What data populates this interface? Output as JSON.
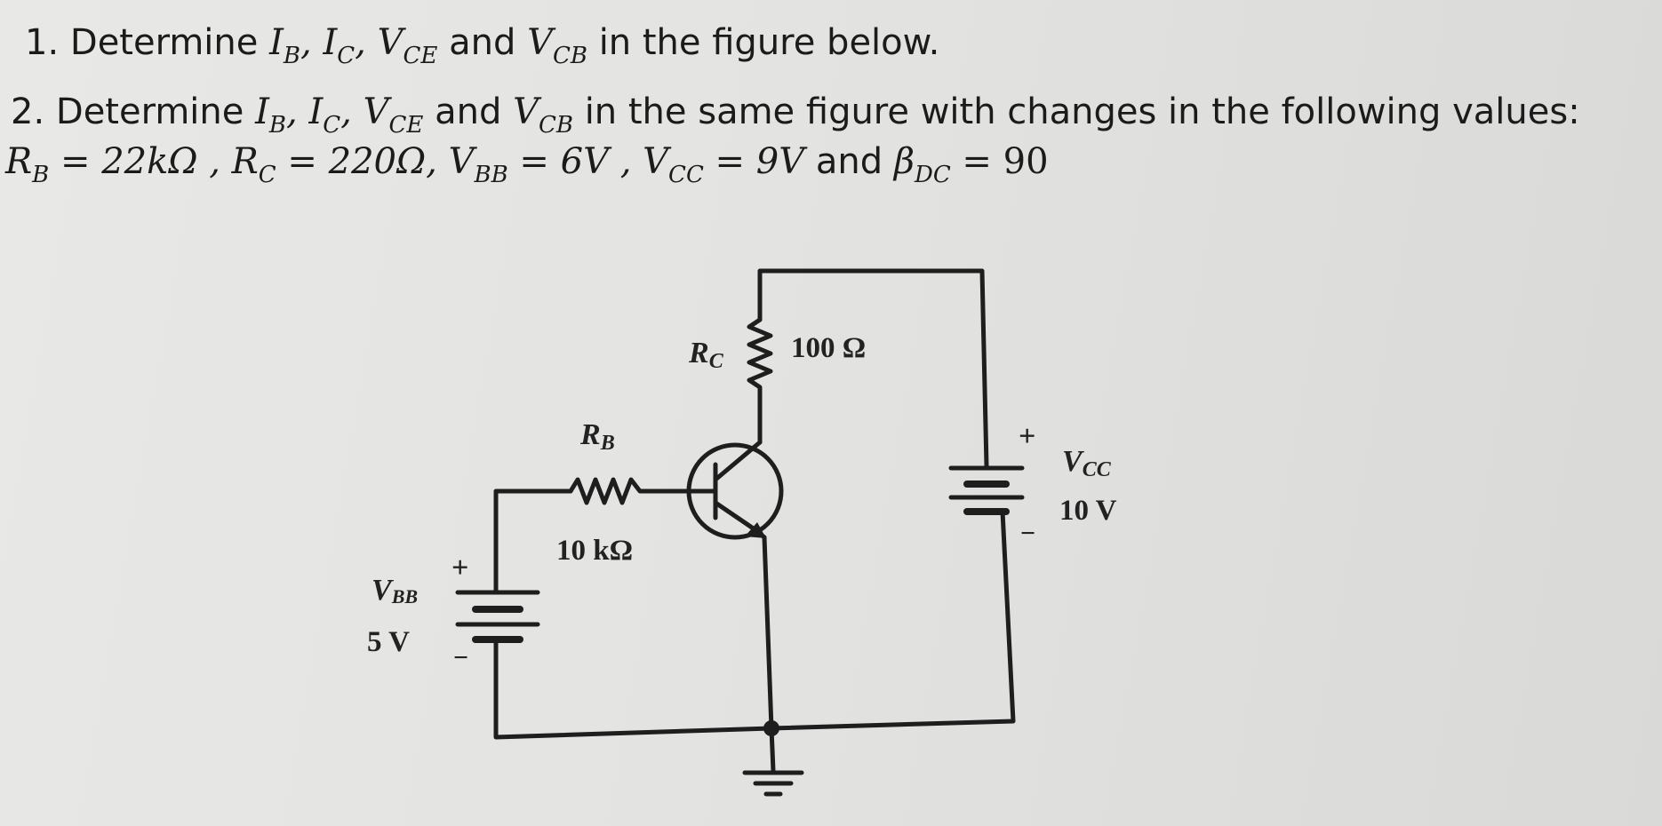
{
  "question1": {
    "number": "1.",
    "lead": "Determine",
    "and": "and",
    "tail": "in the figure below."
  },
  "question2": {
    "number": "2.",
    "lead": "Determine",
    "and": "and",
    "tail": "in the same figure with changes in the following values:",
    "values_line": {
      "rb": "22kΩ",
      "rc": "220Ω",
      "vbb": "6V",
      "vcc": "9V",
      "and": "and",
      "beta": "90"
    }
  },
  "circuit": {
    "rc_label": "R",
    "rc_sub": "C",
    "rc_value": "100 Ω",
    "rb_label": "R",
    "rb_sub": "B",
    "rb_value": "10 kΩ",
    "vbb_label": "V",
    "vbb_sub": "BB",
    "vbb_value": "5 V",
    "vcc_label": "V",
    "vcc_sub": "CC",
    "vcc_value": "10 V",
    "plus": "+",
    "minus": "−"
  }
}
